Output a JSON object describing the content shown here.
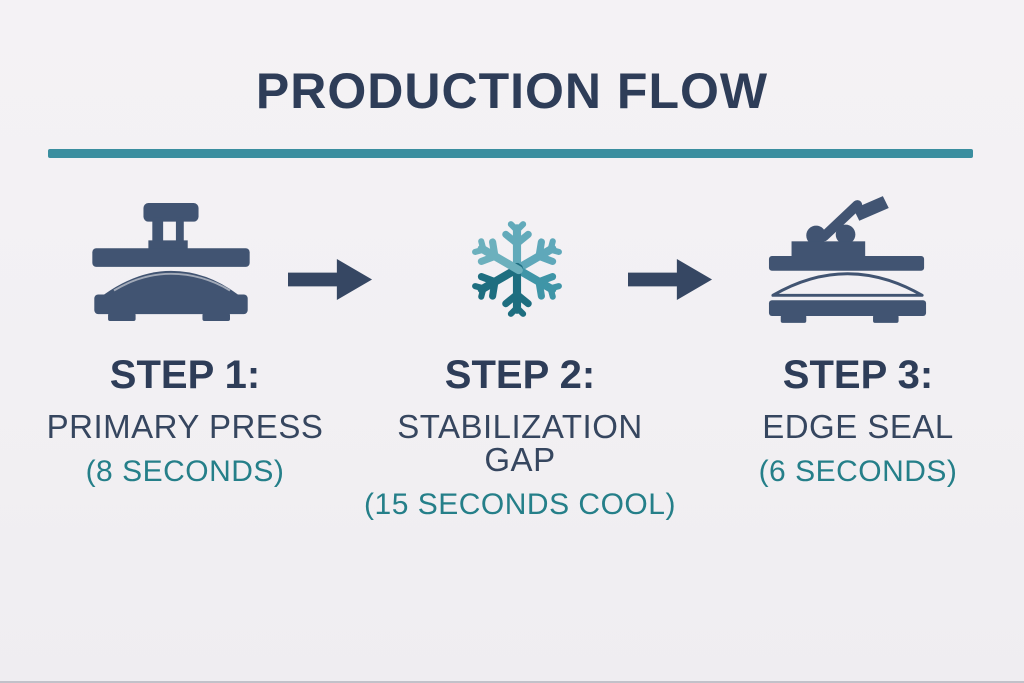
{
  "title": "PRODUCTION FLOW",
  "steps": [
    {
      "label": "STEP 1:",
      "name": "PRIMARY PRESS",
      "duration": "(8 SECONDS)",
      "icon": "heat-press-icon"
    },
    {
      "label": "STEP 2:",
      "name": "STABILIZATION GAP",
      "duration": "(15 SECONDS COOL)",
      "icon": "snowflake-icon"
    },
    {
      "label": "STEP 3:",
      "name": "EDGE SEAL",
      "duration": "(6 SECONDS)",
      "icon": "edge-seal-press-icon"
    }
  ],
  "colors": {
    "title_navy": "#2e3d58",
    "name_navy": "#36465f",
    "duration_teal": "#257f89",
    "divider_teal": "#3a8e9f",
    "icon_slate": "#415472",
    "arrow_navy": "#364763",
    "snowflake_light": "#62aaba",
    "snowflake_medium": "#3f95a7",
    "snowflake_dark": "#1e6e80",
    "background": "#f2f0f3"
  }
}
